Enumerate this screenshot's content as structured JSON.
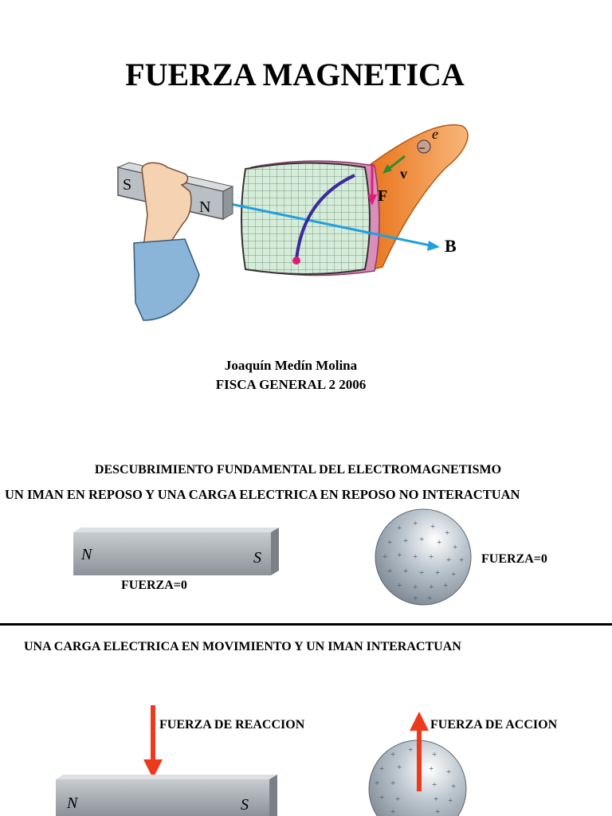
{
  "title": "FUERZA MAGNETICA",
  "author": {
    "name": "Joaquín  Medín Molina",
    "course": "FISCA GENERAL 2 2006"
  },
  "illustration": {
    "magnet_south": "S",
    "magnet_north": "N",
    "electron": "e",
    "velocity": "v",
    "force": "F",
    "field": "B"
  },
  "section1": {
    "heading": "DESCUBRIMIENTO FUNDAMENTAL DEL ELECTROMAGNETISMO",
    "subheading": "UN IMAN EN REPOSO Y UNA CARGA ELECTRICA EN REPOSO NO INTERACTUAN",
    "magnet_north": "N",
    "magnet_south": "S",
    "force_magnet": "FUERZA=0",
    "force_charge": "FUERZA=0"
  },
  "section2": {
    "heading": "UNA CARGA ELECTRICA EN MOVIMIENTO Y UN IMAN INTERACTUAN",
    "reaction_label": "FUERZA DE REACCION",
    "action_label": "FUERZA DE ACCION",
    "magnet_north": "N",
    "magnet_south": "S"
  },
  "colors": {
    "arrow_red": "#ee3a1c",
    "field_blue": "#1e9fe0",
    "tube_orange": "#f08a2a",
    "screen_green": "#c9e6cf",
    "magnet_grey": "#9aa0a6"
  }
}
